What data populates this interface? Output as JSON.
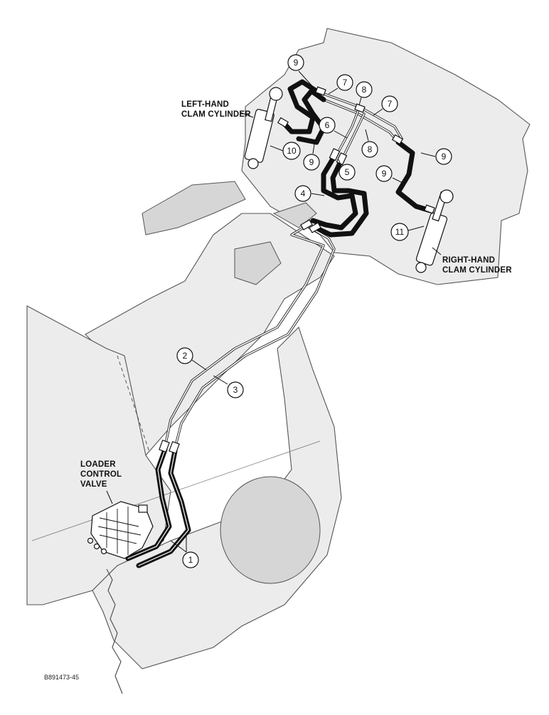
{
  "figure_code": "B891473-45",
  "labels": {
    "left_cylinder": [
      "LEFT-HAND",
      "CLAM CYLINDER"
    ],
    "right_cylinder": [
      "RIGHT-HAND",
      "CLAM CYLINDER"
    ],
    "control_valve": [
      "LOADER",
      "CONTROL",
      "VALVE"
    ]
  },
  "callouts": {
    "c1": "1",
    "c2": "2",
    "c3": "3",
    "c4": "4",
    "c5": "5",
    "c6": "6",
    "c7a": "7",
    "c7b": "7",
    "c8a": "8",
    "c8b": "8",
    "c9a": "9",
    "c9b": "9",
    "c9c": "9",
    "c9d": "9",
    "c10": "10",
    "c11": "11"
  }
}
